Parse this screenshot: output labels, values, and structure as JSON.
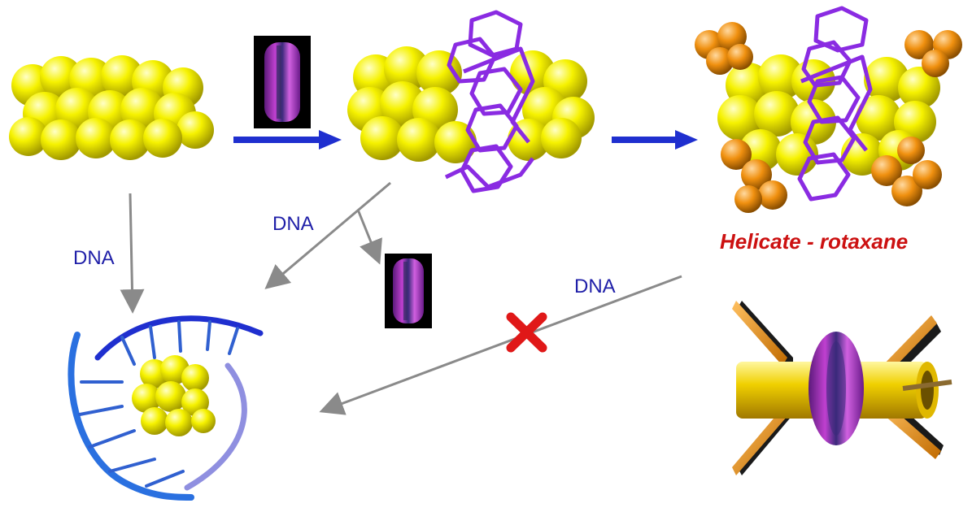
{
  "labels": {
    "dna_left": "DNA",
    "dna_middle": "DNA",
    "dna_right": "DNA",
    "product_title": "Helicate - rotaxane"
  },
  "colors": {
    "label_blue": "#1f1fa8",
    "title_red": "#cc1111",
    "arrow_blue": "#1f2fcf",
    "arrow_gray": "#8a8a8a",
    "cross_red": "#e01818",
    "helicate_yellow": "#f5f000",
    "macrocycle_purple": "#8a2be2",
    "stopper_orange": "#ef9010",
    "dna_blue": "#2a5fd6"
  },
  "icons": [
    "helicate-molecule-icon",
    "macrocycle-ring-icon",
    "helicate-ring-complex-icon",
    "rotaxane-molecule-icon",
    "dna-helicate-complex-icon",
    "rotaxane-cartoon-icon",
    "blocked-cross-icon"
  ]
}
